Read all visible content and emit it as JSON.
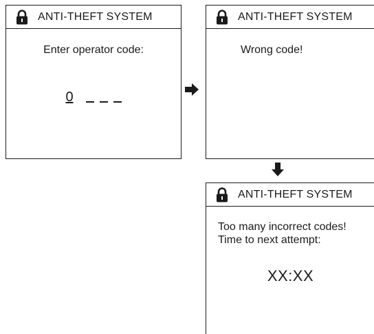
{
  "screens": {
    "code_entry": {
      "title": "ANTI-THEFT SYSTEM",
      "icon": "lock-icon",
      "prompt": "Enter operator code:",
      "code_digit": "0",
      "code_blanks": 3
    },
    "wrong_code": {
      "title": "ANTI-THEFT SYSTEM",
      "icon": "lock-icon",
      "message": "Wrong code!"
    },
    "lockout": {
      "title": "ANTI-THEFT SYSTEM",
      "icon": "lock-icon",
      "message_line1": "Too many incorrect codes!",
      "message_line2": "Time to next attempt:",
      "timer": "XX:XX"
    }
  },
  "arrows": {
    "right": "arrow-right-icon",
    "down": "arrow-down-icon"
  }
}
